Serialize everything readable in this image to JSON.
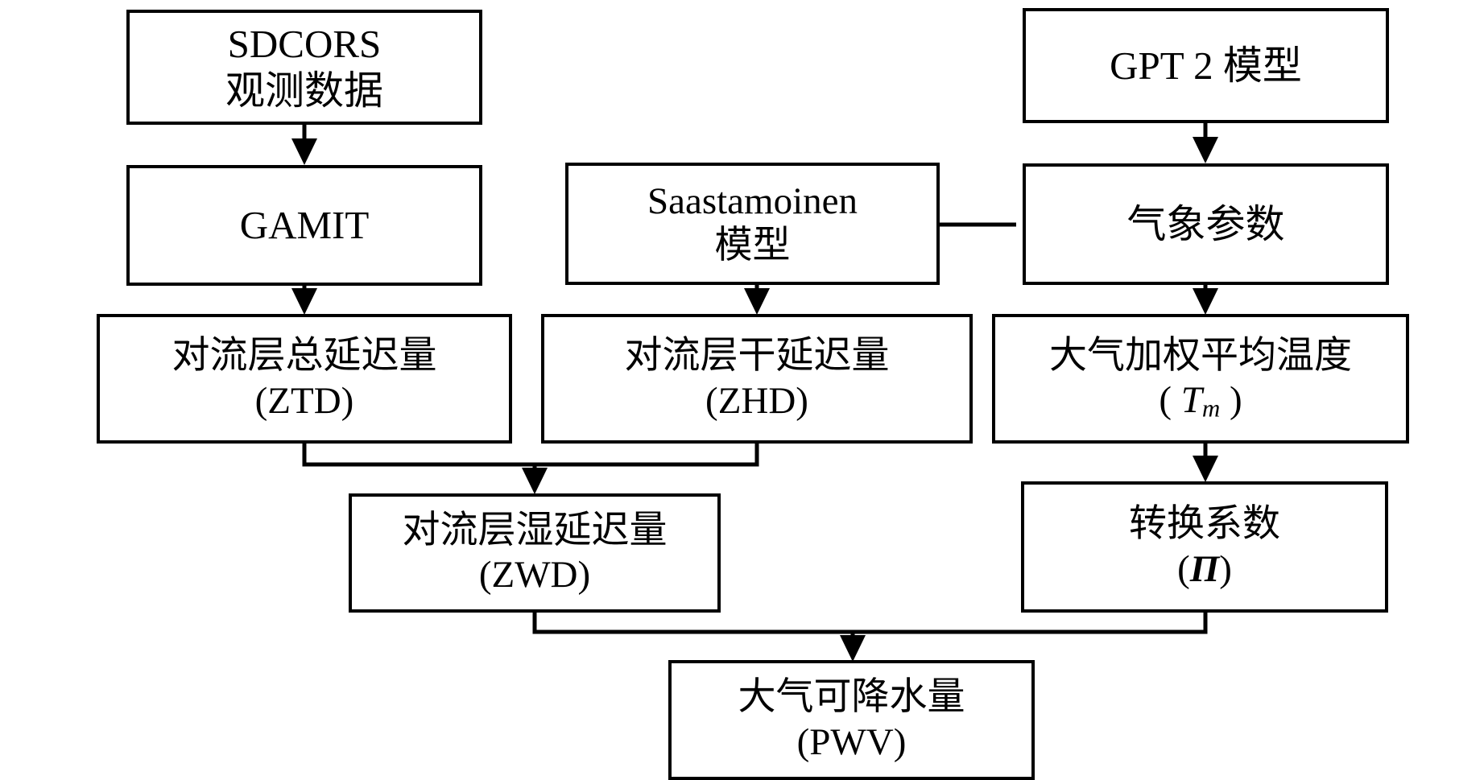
{
  "diagram": {
    "title": "PWV retrieval flowchart",
    "stroke_color": "#000000",
    "background_color": "#ffffff",
    "nodes": [
      {
        "id": "sdcors",
        "lines": [
          "SDCORS",
          "观测数据"
        ]
      },
      {
        "id": "gamit",
        "lines": [
          "GAMIT"
        ]
      },
      {
        "id": "ztd",
        "lines": [
          "对流层总延迟量",
          "(ZTD)"
        ]
      },
      {
        "id": "saas",
        "lines": [
          "Saastamoinen",
          "模型"
        ]
      },
      {
        "id": "zhd",
        "lines": [
          "对流层干延迟量",
          "(ZHD)"
        ]
      },
      {
        "id": "gpt2",
        "lines": [
          "GPT 2 模型"
        ]
      },
      {
        "id": "met",
        "lines": [
          "气象参数"
        ]
      },
      {
        "id": "tm",
        "lines": [
          "大气加权平均温度",
          "( Tm )"
        ]
      },
      {
        "id": "zwd",
        "lines": [
          "对流层湿延迟量",
          "(ZWD)"
        ]
      },
      {
        "id": "pi",
        "lines": [
          "转换系数",
          "(Π)"
        ]
      },
      {
        "id": "pwv",
        "lines": [
          "大气可降水量",
          "(PWV)"
        ]
      }
    ],
    "edges": [
      {
        "from": "sdcors",
        "to": "gamit",
        "kind": "straight-down"
      },
      {
        "from": "gamit",
        "to": "ztd",
        "kind": "straight-down"
      },
      {
        "from": "gpt2",
        "to": "met",
        "kind": "straight-down"
      },
      {
        "from": "met",
        "to": "saas",
        "kind": "left-horizontal"
      },
      {
        "from": "met",
        "to": "tm",
        "kind": "straight-down"
      },
      {
        "from": "saas",
        "to": "zhd",
        "kind": "straight-down"
      },
      {
        "from": "tm",
        "to": "pi",
        "kind": "straight-down"
      },
      {
        "from": "ztd",
        "to": "zwd",
        "kind": "merge-down"
      },
      {
        "from": "zhd",
        "to": "zwd",
        "kind": "merge-down"
      },
      {
        "from": "zwd",
        "to": "pwv",
        "kind": "merge-down"
      },
      {
        "from": "pi",
        "to": "pwv",
        "kind": "merge-down"
      }
    ]
  }
}
